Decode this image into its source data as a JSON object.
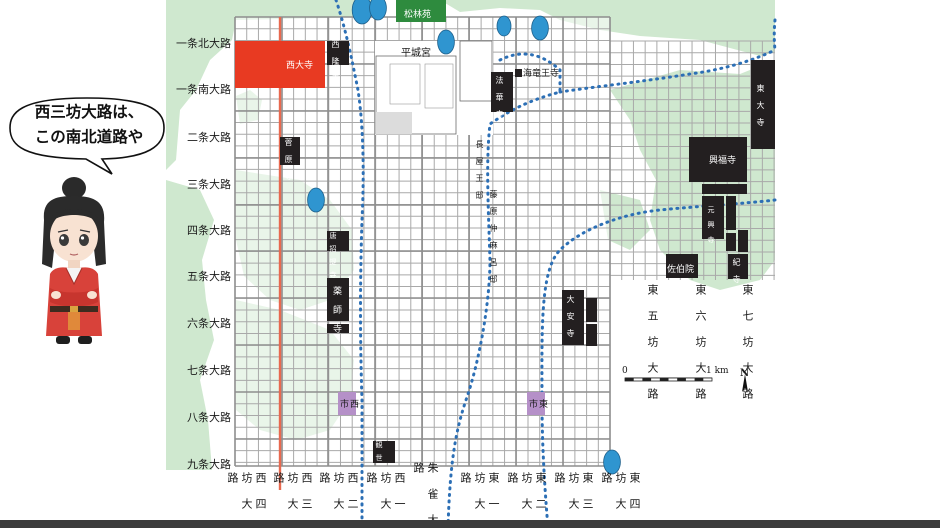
{
  "map": {
    "palace_label": "平城宮",
    "pond_label": "松林苑",
    "north_south_avenues": [
      "西\n四\n坊\n大\n路",
      "西\n三\n坊\n大\n路",
      "西\n二\n坊\n大\n路",
      "西\n一\n坊\n大\n路",
      "朱\n雀\n大\n路",
      "東\n一\n坊\n大\n路",
      "東\n二\n坊\n大\n路",
      "東\n三\n坊\n大\n路",
      "東\n四\n坊\n大\n路"
    ],
    "east_avenues": [
      "東\n五\n坊\n大\n路",
      "東\n六\n坊\n大\n路",
      "東\n七\n坊\n大\n路"
    ],
    "jo_avenues": [
      "一条北大路",
      "一条南大路",
      "二条大路",
      "三条大路",
      "四条大路",
      "五条大路",
      "六条大路",
      "七条大路",
      "八条大路",
      "九条大路"
    ],
    "temples": {
      "saidaiji": "西大寺",
      "sairyuji": "西\n隆\n寺",
      "sugawaradera": "菅\n原\n寺",
      "toshodaiji": "唐\n招\n提\n寺",
      "yakushiji": "薬\n師\n寺",
      "hokkeji": "法\n華\n寺",
      "kairyuoji": "海竜王寺",
      "todaiji": "東\n大\n寺",
      "kofukuji": "興福寺",
      "gangoji": "元\n興\n寺",
      "saeki": "佐伯院",
      "kidera": "紀\n寺",
      "daianji": "大\n安\n寺",
      "kanzeonji": "観\n世\n音\n寺"
    },
    "residences": {
      "nagaya": "長\n屋\n王\n邸",
      "fujiwara": "藤\n原\n仲\n麻\n呂\n邸"
    },
    "markets": {
      "west": "西\n市",
      "east": "東\n市"
    },
    "scale": {
      "zero": "0",
      "one": "1 km"
    },
    "north_mark": "N",
    "colors": {
      "green": "#cfe8cf",
      "grid": "#a9a9a9",
      "temple": "#231f20",
      "saidaiji": "#e83a22",
      "highlight_avenue": "#e8694f",
      "river": "#2c6fb5",
      "market": "#b590c8",
      "pond_green": "#2e8b3e",
      "water": "#2f95d0"
    }
  },
  "bubble": {
    "line1": "西三坊大路は、",
    "line2": "この南北道路や"
  },
  "character": {
    "icon": "character-illustration"
  }
}
